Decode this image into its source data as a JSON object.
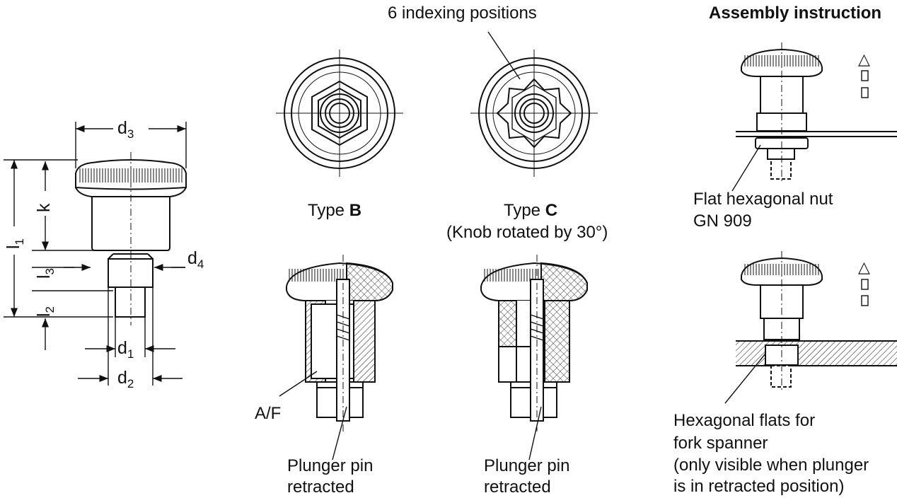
{
  "labels": {
    "indexing_positions": "6 indexing positions",
    "assembly_instruction": "Assembly instruction",
    "type_b_prefix": "Type ",
    "type_b_letter": "B",
    "type_c_prefix": "Type ",
    "type_c_letter": "C",
    "type_c_note": "(Knob rotated by 30°)",
    "flat_nut_line1": "Flat hexagonal nut",
    "flat_nut_line2": "GN 909",
    "af": "A/F",
    "plunger_b_line1": "Plunger pin",
    "plunger_b_line2": "retracted",
    "plunger_c_line1": "Plunger pin",
    "plunger_c_line2": "retracted",
    "hex_flats_line1": "Hexagonal flats for",
    "hex_flats_line2": "fork spanner",
    "hex_flats_line3": "(only visible when plunger",
    "hex_flats_line4": "is in retracted position)",
    "arrow_symbol": "△"
  },
  "dimensions": {
    "d3": {
      "base": "d",
      "sub": "3"
    },
    "d4": {
      "base": "d",
      "sub": "4"
    },
    "d1": {
      "base": "d",
      "sub": "1"
    },
    "d2": {
      "base": "d",
      "sub": "2"
    },
    "k": {
      "base": "k",
      "sub": ""
    },
    "l1": {
      "base": "l",
      "sub": "1"
    },
    "l2": {
      "base": "l",
      "sub": "2"
    },
    "l3": {
      "base": "l",
      "sub": "3"
    }
  }
}
